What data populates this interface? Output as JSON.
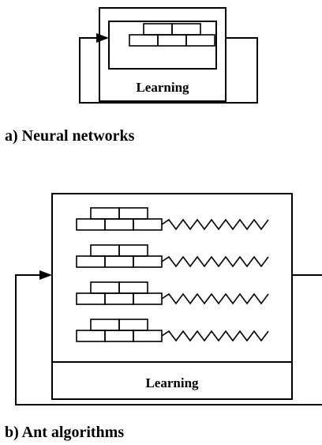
{
  "panel_a": {
    "box_label": "Learning",
    "caption": "a) Neural networks",
    "brick_groups": 1,
    "has_zigzag": false
  },
  "panel_b": {
    "box_label": "Learning",
    "caption": "b) Ant algorithms",
    "brick_groups": 4,
    "has_zigzag": true
  },
  "colors": {
    "line": "#000000",
    "background": "#ffffff"
  }
}
